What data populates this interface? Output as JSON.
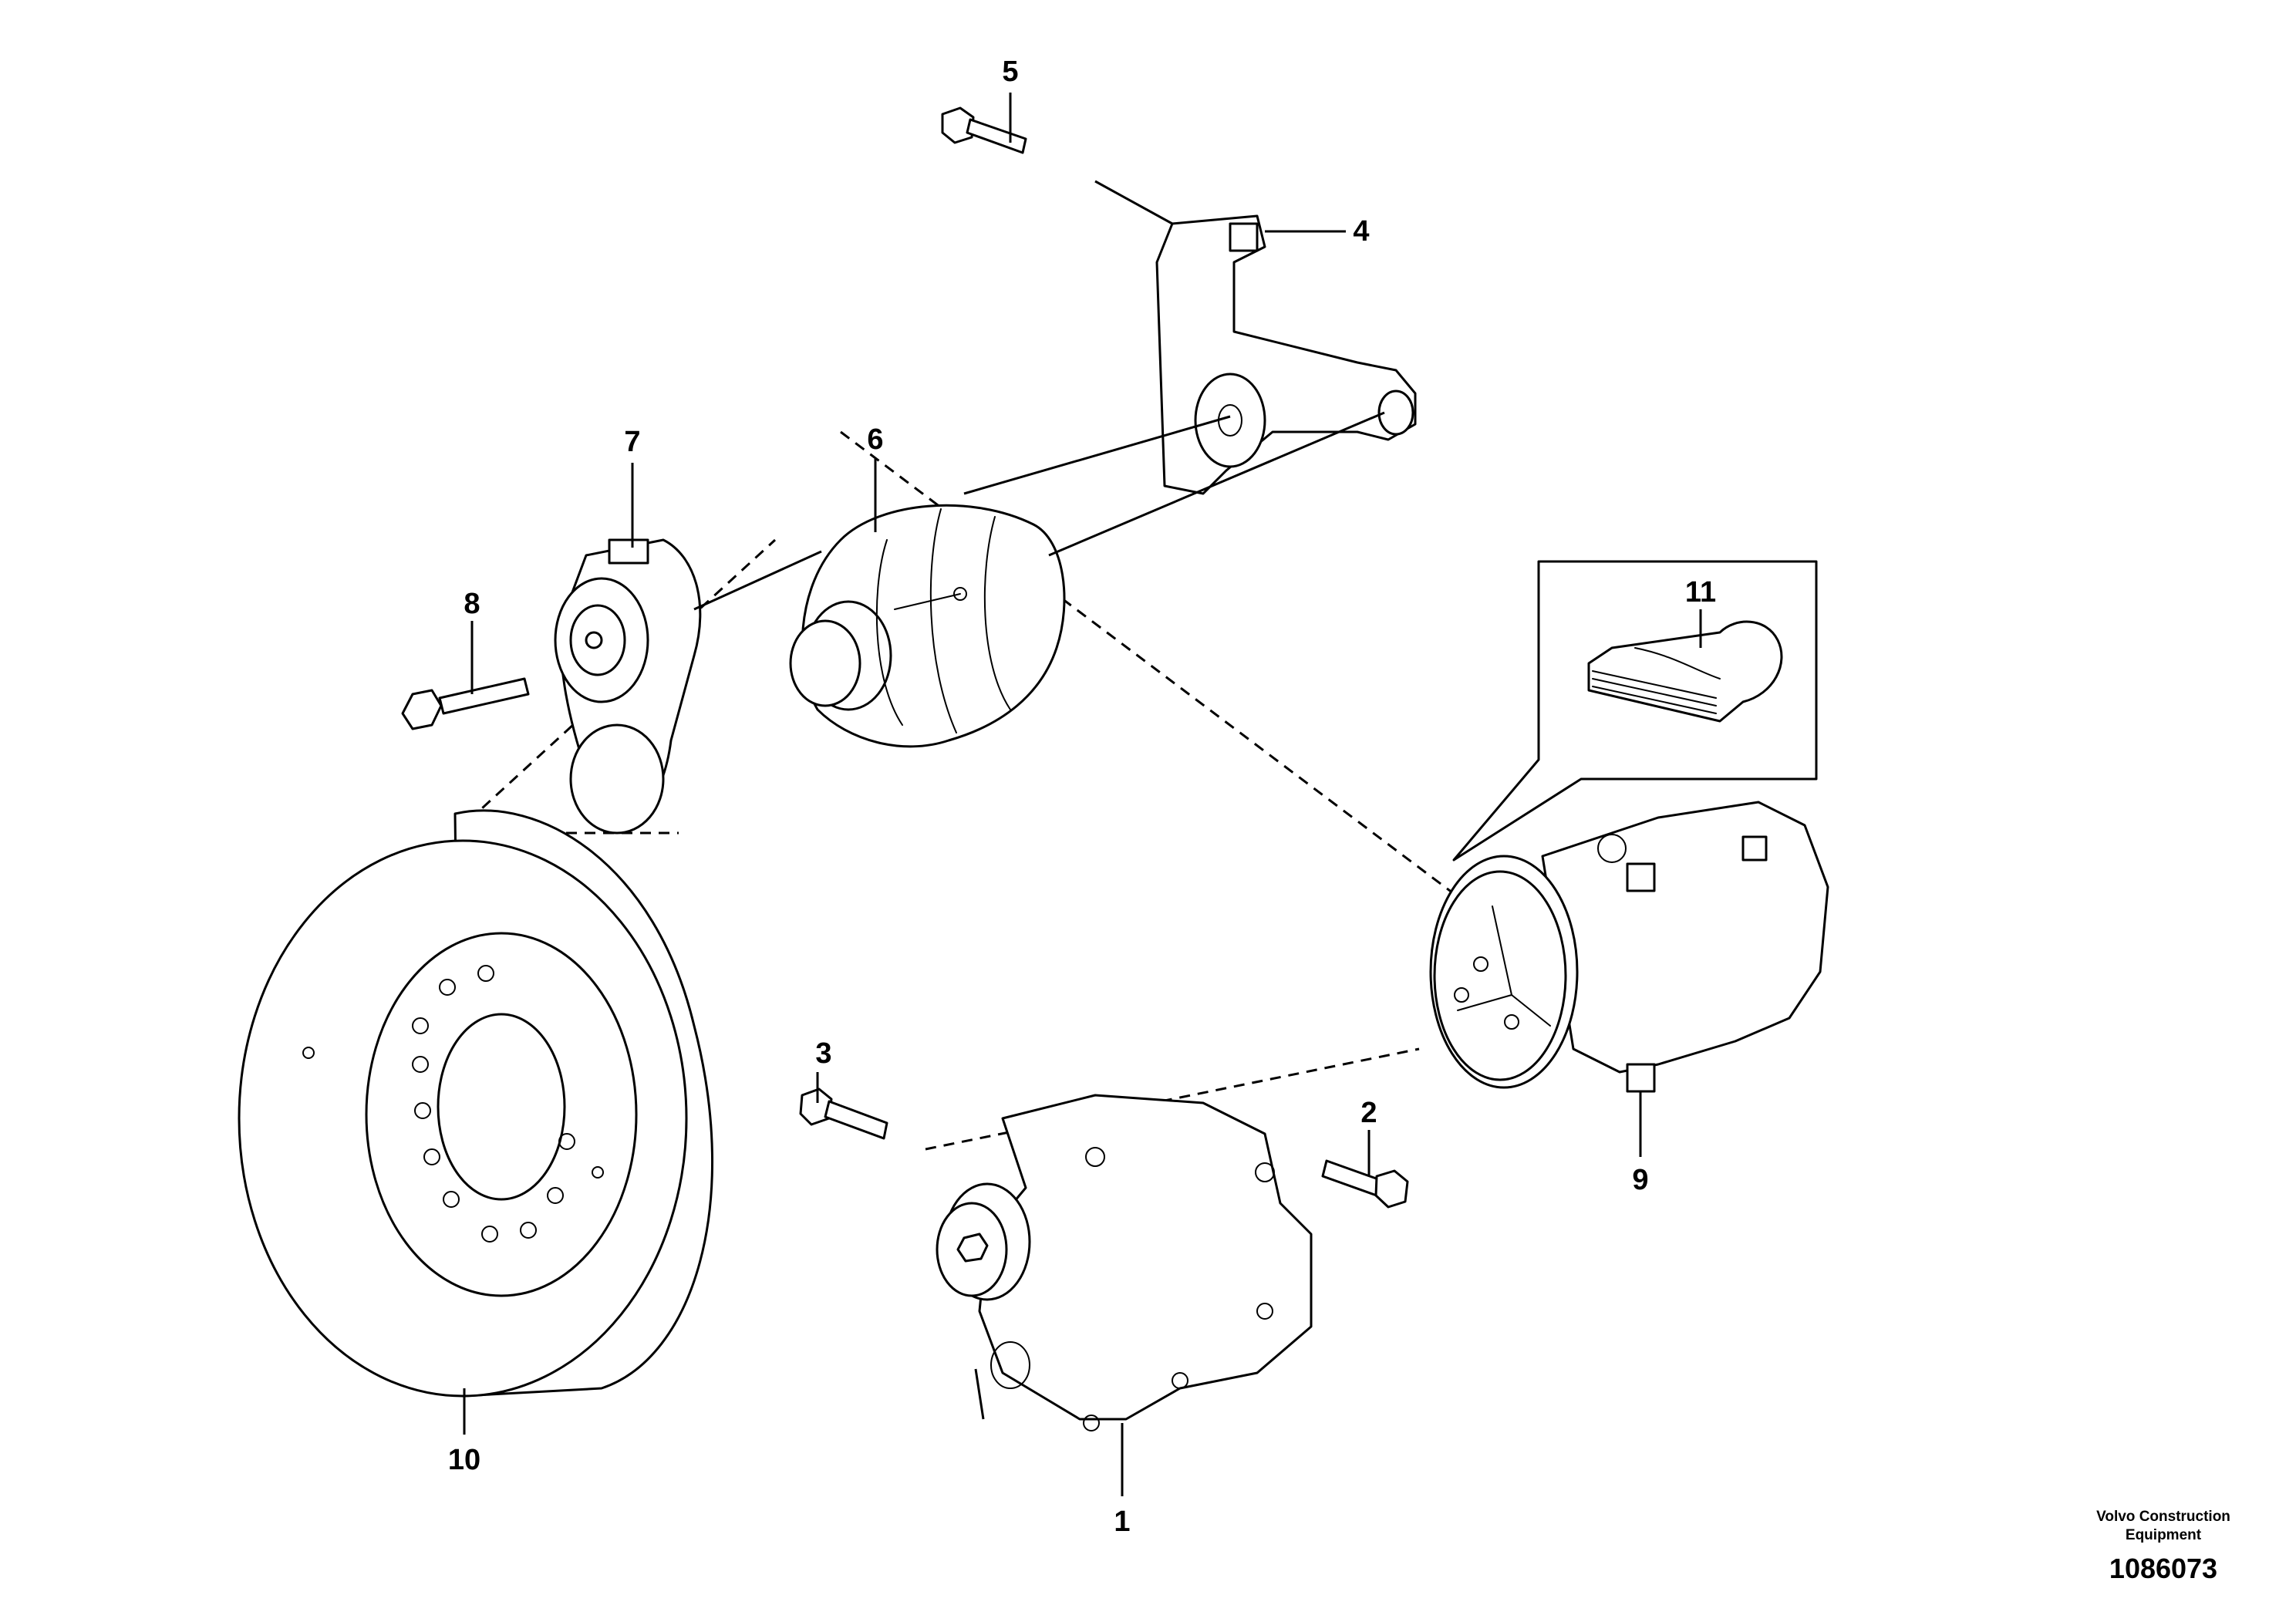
{
  "callouts": [
    "1",
    "2",
    "3",
    "4",
    "5",
    "6",
    "7",
    "8",
    "9",
    "10",
    "11"
  ],
  "footer": {
    "org_line1": "Volvo Construction",
    "org_line2": "Equipment",
    "drawing_number": "1086073"
  }
}
